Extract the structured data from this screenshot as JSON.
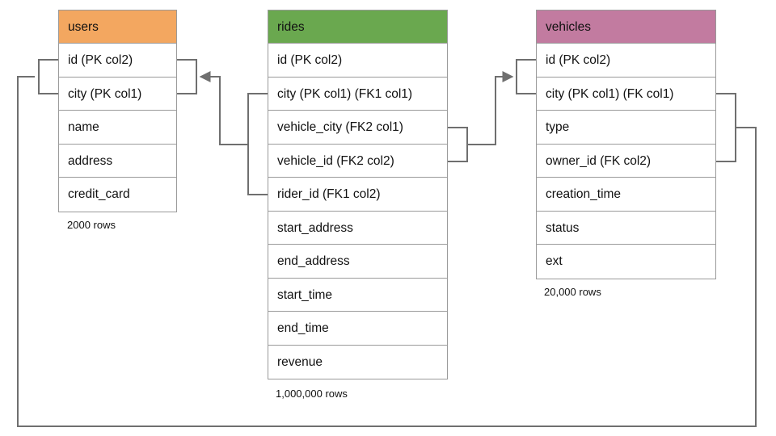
{
  "diagram": {
    "title": "ride-sharing schema ER diagram",
    "background_color": "#ffffff",
    "line_color": "#6f6f6f"
  },
  "tables": [
    {
      "name": "users",
      "header_color": "#f3a760",
      "row_count_label": "2000 rows",
      "fields": [
        "id (PK col2)",
        "city (PK col1)",
        "name",
        "address",
        "credit_card"
      ]
    },
    {
      "name": "rides",
      "header_color": "#6aa84f",
      "row_count_label": "1,000,000 rows",
      "fields": [
        "id (PK col2)",
        "city (PK col1) (FK1 col1)",
        "vehicle_city (FK2 col1)",
        "vehicle_id (FK2 col2)",
        "rider_id (FK1 col2)",
        "start_address",
        "end_address",
        "start_time",
        "end_time",
        "revenue"
      ]
    },
    {
      "name": "vehicles",
      "header_color": "#c27ba0",
      "row_count_label": "20,000 rows",
      "fields": [
        "id (PK col2)",
        "city (PK col1) (FK col1)",
        "type",
        "owner_id (FK col2)",
        "creation_time",
        "status",
        "ext"
      ]
    }
  ],
  "relationships": [
    {
      "name": "rides-fk1-to-users",
      "from_table": "rides",
      "from_fields": [
        "city (PK col1) (FK1 col1)",
        "rider_id (FK1 col2)"
      ],
      "to_table": "users",
      "to_fields": [
        "id (PK col2)",
        "city (PK col1)"
      ],
      "arrow": "points-to-users"
    },
    {
      "name": "rides-fk2-to-vehicles",
      "from_table": "rides",
      "from_fields": [
        "vehicle_city (FK2 col1)",
        "vehicle_id (FK2 col2)"
      ],
      "to_table": "vehicles",
      "to_fields": [
        "id (PK col2)",
        "city (PK col1) (FK col1)"
      ],
      "arrow": "points-to-vehicles"
    },
    {
      "name": "vehicles-fk-to-users",
      "from_table": "vehicles",
      "from_fields": [
        "city (PK col1) (FK col1)",
        "owner_id (FK col2)"
      ],
      "to_table": "users",
      "to_fields": [
        "id (PK col2)",
        "city (PK col1)"
      ],
      "arrow": "points-to-users"
    }
  ]
}
